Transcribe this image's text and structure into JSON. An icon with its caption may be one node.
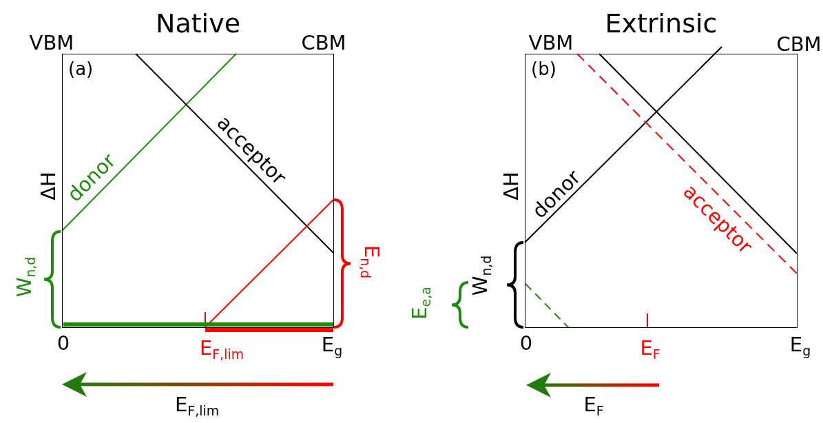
{
  "diagram": {
    "nodes": [
      {
        "text": [
          "Native",
          "(a)"
        ]
      },
      {
        "text": [
          "Extrinsic",
          "(b)"
        ]
      }
    ],
    "edges": [],
    "labels": [
      "VBM",
      "CBM",
      "VBM",
      "CBM",
      "ΔH",
      "donor",
      "acceptor",
      "ΔH",
      "donor",
      "acceptor",
      "W$_{n,d}$",
      "E$_{n,d}$",
      "E$_{e,a}$",
      "W$_{n,d}$",
      "0",
      "E$_{F,lim}$",
      "E$_{g}$",
      "0",
      "E$_{F}$",
      "E$_{g}$",
      "E$_{F,lim}$",
      "E$_{F}$"
    ]
  }
}
